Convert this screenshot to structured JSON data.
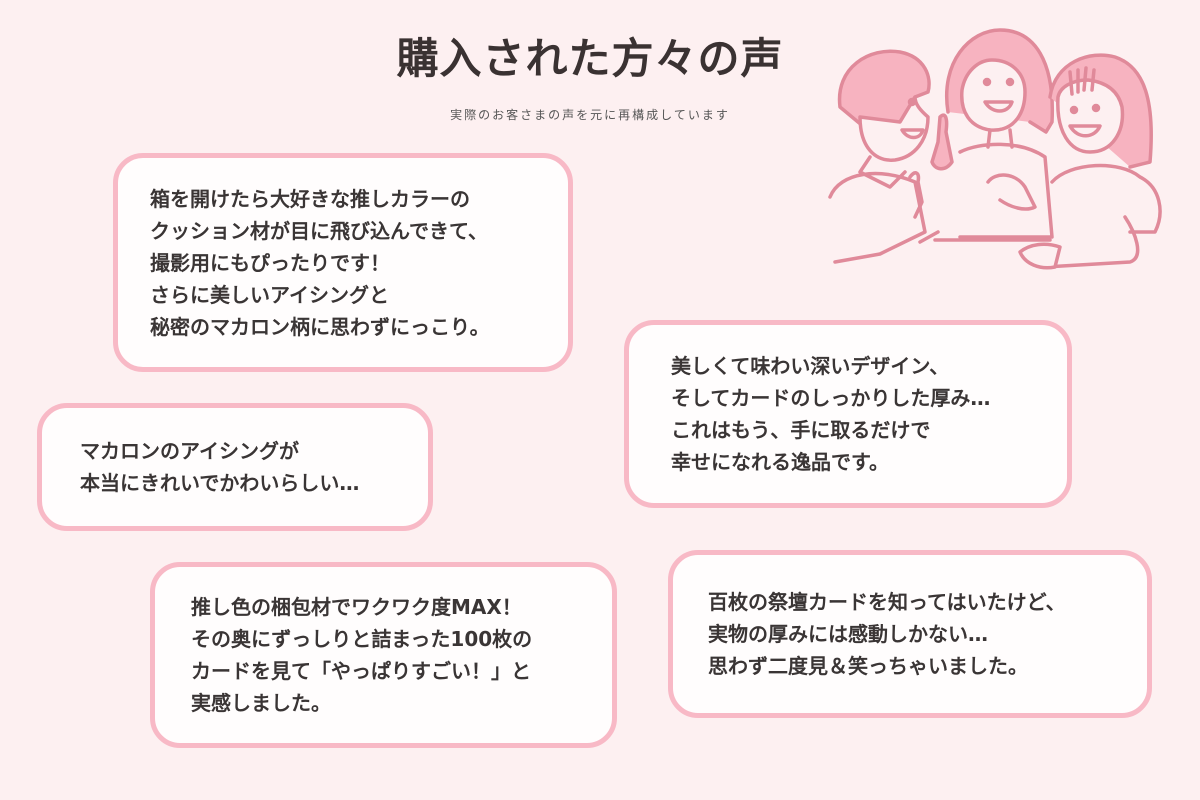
{
  "header": {
    "title": "購入された方々の声",
    "subtitle": "実際のお客さまの声を元に再構成しています"
  },
  "illustration": {
    "icon": "three-people-talking-icon",
    "description": "Three smiling people chatting (line illustration)",
    "stroke_color": "#e08a9a",
    "fill_color": "#f7b3c0"
  },
  "testimonials": [
    {
      "text": "箱を開けたら大好きな推しカラーの\nクッション材が目に飛び込んできて、\n撮影用にもぴったりです！\nさらに美しいアイシングと\n秘密のマカロン柄に思わずにっこり。"
    },
    {
      "text": "美しくて味わい深いデザイン、\nそしてカードのしっかりした厚み…\nこれはもう、手に取るだけで\n幸せになれる逸品です。"
    },
    {
      "text": "マカロンのアイシングが\n本当にきれいでかわいらしい…"
    },
    {
      "text": "推し色の梱包材でワクワク度MAX！\nその奥にずっしりと詰まった100枚の\nカードを見て「やっぱりすごい！」と\n実感しました。"
    },
    {
      "text": "百枚の祭壇カードを知ってはいたけど、\n実物の厚みには感動しかない…\n思わず二度見＆笑っちゃいました。"
    }
  ],
  "colors": {
    "background": "#fdf0f1",
    "card_border": "#f8b9c6",
    "card_fill": "#fffdfd",
    "text": "#3a3535"
  }
}
